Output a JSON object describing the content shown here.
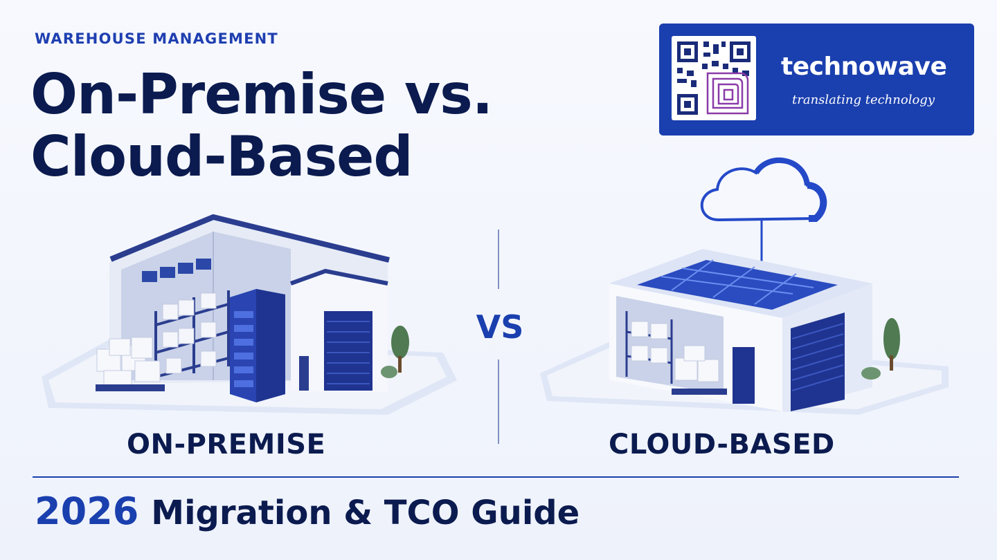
{
  "header": {
    "eyebrow": "WAREHOUSE MANAGEMENT",
    "title_line1": "On-Premise vs.",
    "title_line2": "Cloud-Based"
  },
  "logo": {
    "brand": "technowave",
    "tagline": "translating technology",
    "background_color": "#1a3fae"
  },
  "comparison": {
    "vs_label": "VS",
    "left_caption": "ON-PREMISE",
    "right_caption": "CLOUD-BASED"
  },
  "footer": {
    "year": "2026",
    "guide_label": "Migration & TCO Guide"
  },
  "colors": {
    "accent": "#1a3fae",
    "heading": "#0b1b4f",
    "background": "#f4f6fd"
  }
}
